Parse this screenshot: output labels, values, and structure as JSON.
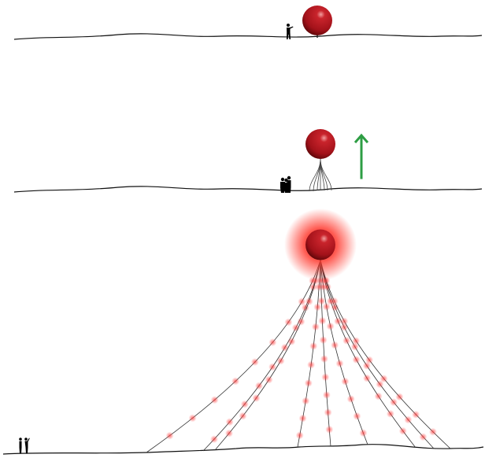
{
  "colors": {
    "balloon": "#b0161e",
    "balloon_highlight": "#e87070",
    "balloon_shadow": "#5a0608",
    "glow": "#ff3b30",
    "ground": "#111111",
    "tether": "#333333",
    "arrow": "#2e9e44",
    "silhouette": "#000000"
  },
  "panels": [
    {
      "stage": "balloon-on-ground",
      "people": 1
    },
    {
      "stage": "balloon-ascending",
      "people": 3,
      "arrow": "up"
    },
    {
      "stage": "balloon-aloft-with-lit-tethers",
      "people": 2,
      "tethers": 9
    }
  ]
}
